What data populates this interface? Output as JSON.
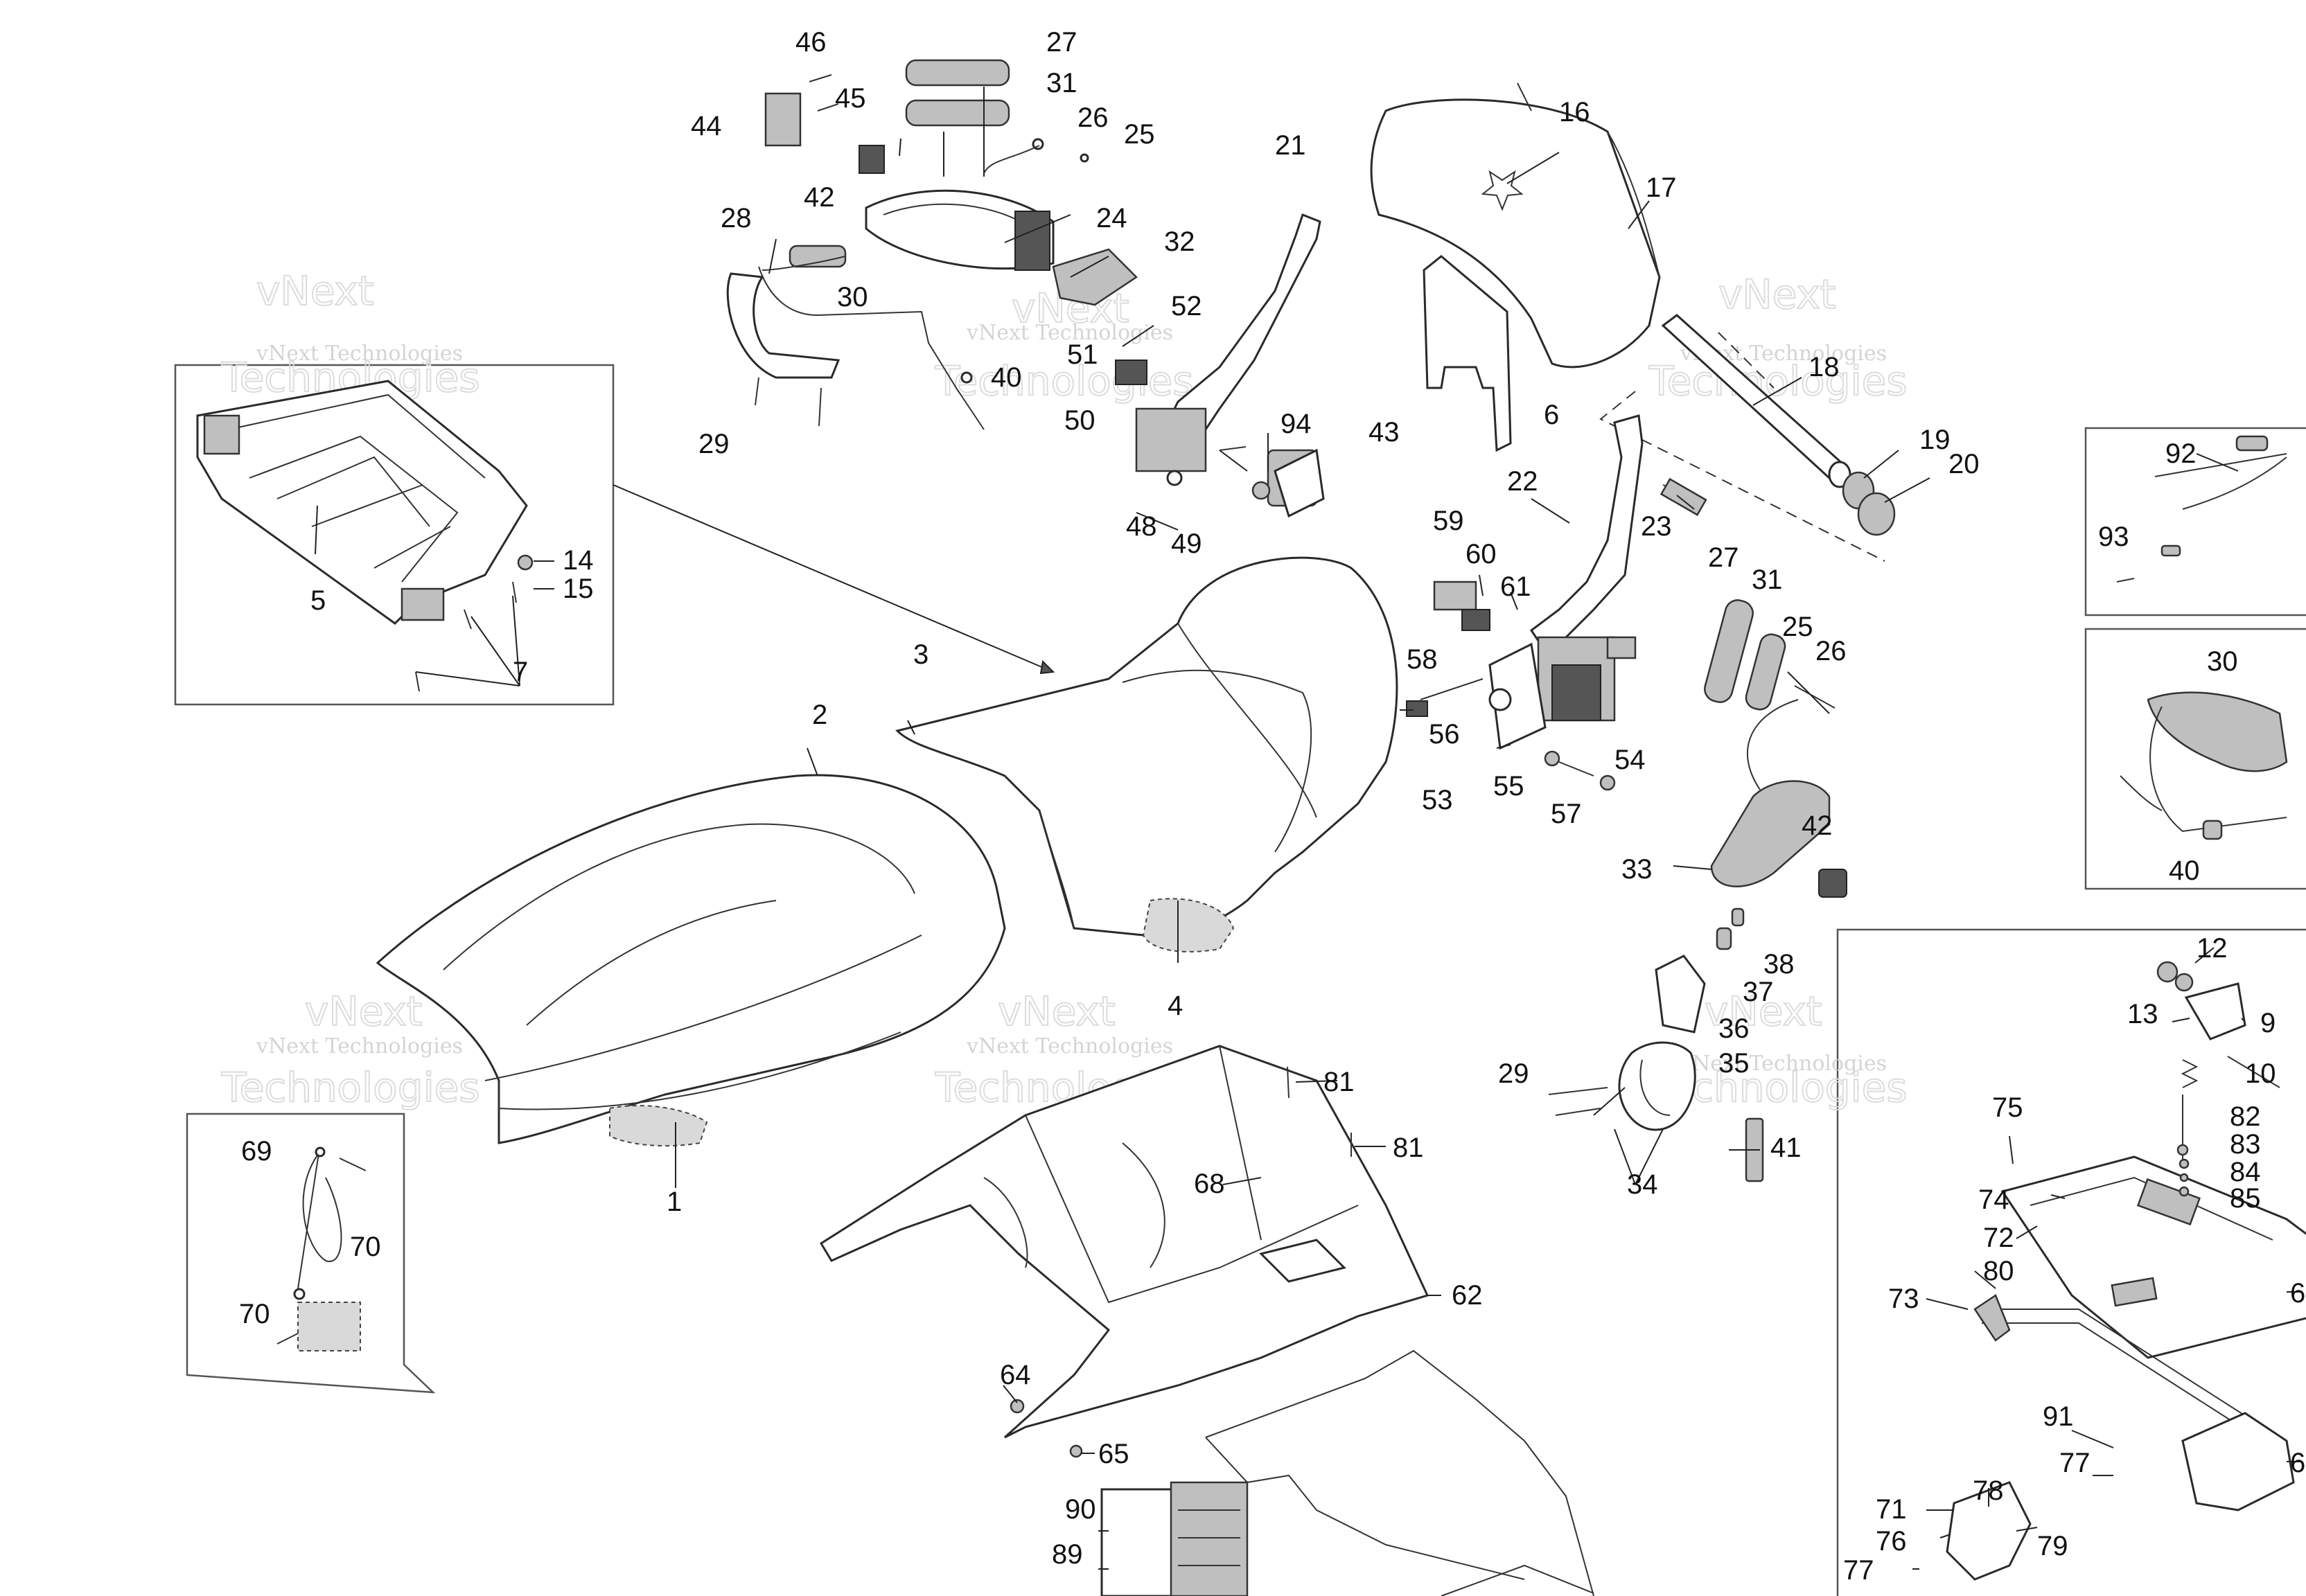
{
  "watermark": {
    "company": "vNext Technologies",
    "part1": "vNext",
    "part2": "Technologies"
  },
  "labels": [
    {
      "id": "46",
      "t": "46"
    },
    {
      "id": "27a",
      "t": "27"
    },
    {
      "id": "45",
      "t": "45"
    },
    {
      "id": "31a",
      "t": "31"
    },
    {
      "id": "44",
      "t": "44"
    },
    {
      "id": "26a",
      "t": "26"
    },
    {
      "id": "25a",
      "t": "25"
    },
    {
      "id": "42a",
      "t": "42"
    },
    {
      "id": "24",
      "t": "24"
    },
    {
      "id": "28",
      "t": "28"
    },
    {
      "id": "32",
      "t": "32"
    },
    {
      "id": "30a",
      "t": "30"
    },
    {
      "id": "52",
      "t": "52"
    },
    {
      "id": "51",
      "t": "51"
    },
    {
      "id": "40a",
      "t": "40"
    },
    {
      "id": "50",
      "t": "50"
    },
    {
      "id": "29a",
      "t": "29"
    },
    {
      "id": "21",
      "t": "21"
    },
    {
      "id": "16",
      "t": "16"
    },
    {
      "id": "17",
      "t": "17"
    },
    {
      "id": "18",
      "t": "18"
    },
    {
      "id": "6",
      "t": "6"
    },
    {
      "id": "94",
      "t": "94"
    },
    {
      "id": "43",
      "t": "43"
    },
    {
      "id": "48",
      "t": "48"
    },
    {
      "id": "49",
      "t": "49"
    },
    {
      "id": "19",
      "t": "19"
    },
    {
      "id": "20",
      "t": "20"
    },
    {
      "id": "92",
      "t": "92"
    },
    {
      "id": "93",
      "t": "93"
    },
    {
      "id": "22",
      "t": "22"
    },
    {
      "id": "23",
      "t": "23"
    },
    {
      "id": "59",
      "t": "59"
    },
    {
      "id": "60",
      "t": "60"
    },
    {
      "id": "61",
      "t": "61"
    },
    {
      "id": "27b",
      "t": "27"
    },
    {
      "id": "31b",
      "t": "31"
    },
    {
      "id": "25b",
      "t": "25"
    },
    {
      "id": "26b",
      "t": "26"
    },
    {
      "id": "14",
      "t": "14"
    },
    {
      "id": "15",
      "t": "15"
    },
    {
      "id": "5",
      "t": "5"
    },
    {
      "id": "7",
      "t": "7"
    },
    {
      "id": "3",
      "t": "3"
    },
    {
      "id": "58",
      "t": "58"
    },
    {
      "id": "56",
      "t": "56"
    },
    {
      "id": "54",
      "t": "54"
    },
    {
      "id": "55",
      "t": "55"
    },
    {
      "id": "53",
      "t": "53"
    },
    {
      "id": "57",
      "t": "57"
    },
    {
      "id": "2",
      "t": "2"
    },
    {
      "id": "30b",
      "t": "30"
    },
    {
      "id": "33",
      "t": "33"
    },
    {
      "id": "42b",
      "t": "42"
    },
    {
      "id": "40b",
      "t": "40"
    },
    {
      "id": "12",
      "t": "12"
    },
    {
      "id": "38",
      "t": "38"
    },
    {
      "id": "13",
      "t": "13"
    },
    {
      "id": "9",
      "t": "9"
    },
    {
      "id": "37",
      "t": "37"
    },
    {
      "id": "36",
      "t": "36"
    },
    {
      "id": "4",
      "t": "4"
    },
    {
      "id": "35",
      "t": "35"
    },
    {
      "id": "10",
      "t": "10"
    },
    {
      "id": "29b",
      "t": "29"
    },
    {
      "id": "81a",
      "t": "81"
    },
    {
      "id": "75",
      "t": "75"
    },
    {
      "id": "82",
      "t": "82"
    },
    {
      "id": "83",
      "t": "83"
    },
    {
      "id": "84",
      "t": "84"
    },
    {
      "id": "41",
      "t": "41"
    },
    {
      "id": "81b",
      "t": "81"
    },
    {
      "id": "85",
      "t": "85"
    },
    {
      "id": "69",
      "t": "69"
    },
    {
      "id": "1",
      "t": "1"
    },
    {
      "id": "68",
      "t": "68"
    },
    {
      "id": "34",
      "t": "34"
    },
    {
      "id": "74",
      "t": "74"
    },
    {
      "id": "72",
      "t": "72"
    },
    {
      "id": "70a",
      "t": "70"
    },
    {
      "id": "80",
      "t": "80"
    },
    {
      "id": "62",
      "t": "62"
    },
    {
      "id": "73",
      "t": "73"
    },
    {
      "id": "6r",
      "t": "6"
    },
    {
      "id": "70b",
      "t": "70"
    },
    {
      "id": "64",
      "t": "64"
    },
    {
      "id": "91",
      "t": "91"
    },
    {
      "id": "65",
      "t": "65"
    },
    {
      "id": "77a",
      "t": "77"
    },
    {
      "id": "6r2",
      "t": "6"
    },
    {
      "id": "90",
      "t": "90"
    },
    {
      "id": "78",
      "t": "78"
    },
    {
      "id": "71",
      "t": "71"
    },
    {
      "id": "76",
      "t": "76"
    },
    {
      "id": "79",
      "t": "79"
    },
    {
      "id": "89",
      "t": "89"
    },
    {
      "id": "77b",
      "t": "77"
    }
  ]
}
